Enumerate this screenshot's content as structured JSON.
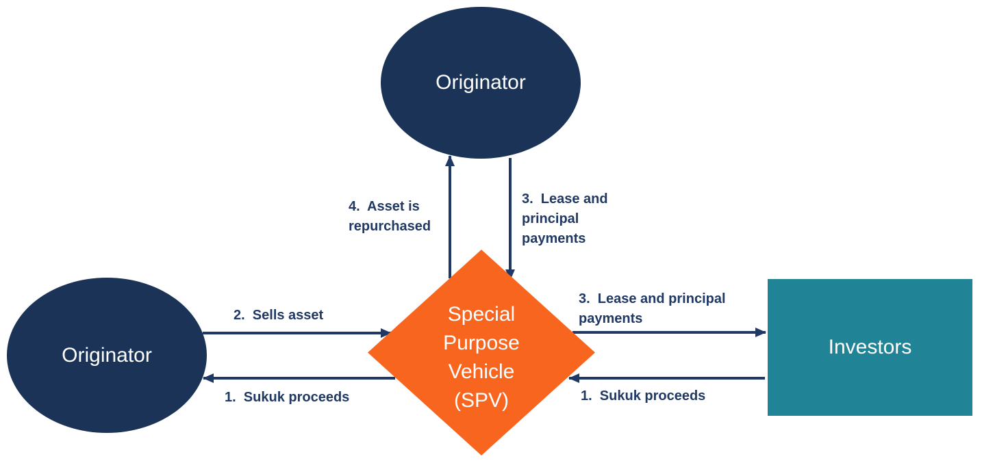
{
  "diagram": {
    "nodes": {
      "originator_top": {
        "label": "Originator",
        "shape": "ellipse",
        "fill": "#1B3356",
        "text_color": "#FFFFFF"
      },
      "originator_left": {
        "label": "Originator",
        "shape": "ellipse",
        "fill": "#1B3356",
        "text_color": "#FFFFFF"
      },
      "spv": {
        "label": "Special Purpose Vehicle (SPV)",
        "lines": [
          "Special",
          "Purpose",
          "Vehicle",
          "(SPV)"
        ],
        "shape": "diamond",
        "fill": "#F8651F",
        "text_color": "#FFFFFF"
      },
      "investors": {
        "label": "Investors",
        "shape": "rectangle",
        "fill": "#218496",
        "text_color": "#FFFFFF"
      }
    },
    "edges": [
      {
        "label": "2.  Sells asset",
        "from": "originator_left",
        "to": "spv",
        "direction": "right"
      },
      {
        "label": "1.  Sukuk proceeds",
        "from": "spv",
        "to": "originator_left",
        "direction": "left"
      },
      {
        "label": "4.  Asset is repurchased",
        "from": "spv",
        "to": "originator_top",
        "direction": "up"
      },
      {
        "label": "3.  Lease and principal payments",
        "from": "originator_top",
        "to": "spv",
        "direction": "down"
      },
      {
        "label": "3.  Lease and principal payments",
        "from": "spv",
        "to": "investors",
        "direction": "right"
      },
      {
        "label": "1.  Sukuk proceeds",
        "from": "investors",
        "to": "spv",
        "direction": "left"
      }
    ],
    "colors": {
      "navy_shape": "#1B3356",
      "orange_shape": "#F8651F",
      "teal_shape": "#218496",
      "label_text": "#1F3864",
      "arrow": "#1F3864",
      "background": "#FFFFFF"
    }
  }
}
